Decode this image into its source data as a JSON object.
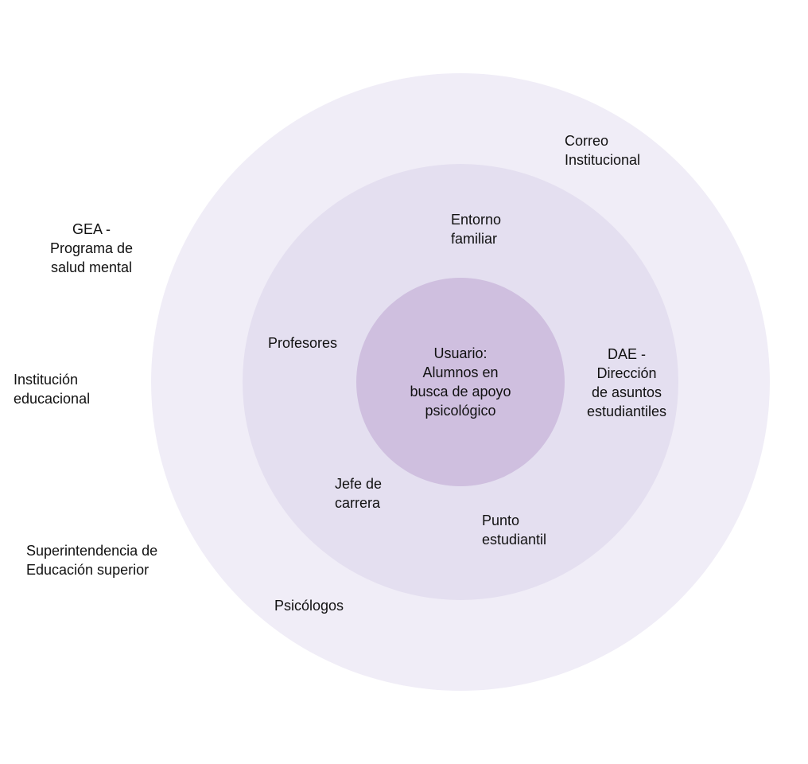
{
  "colors": {
    "outer_ring": "#f0edf7",
    "middle_ring": "#e4dff0",
    "inner_ring": "#cfbfdf",
    "background": "#ffffff",
    "text": "#111111"
  },
  "center": {
    "label": "Usuario:\nAlumnos en\nbusca de apoyo\npsicológico"
  },
  "middle_ring_labels": {
    "entorno_familiar": "Entorno\nfamiliar",
    "profesores": "Profesores",
    "dae": "DAE -\nDirección\nde asuntos\nestudiantiles",
    "jefe_carrera": "Jefe de\ncarrera",
    "punto_estudiantil": "Punto\nestudiantil"
  },
  "outer_ring_labels": {
    "correo_institucional": "Correo\nInstitucional",
    "psicologos": "Psicólogos"
  },
  "outside_labels": {
    "gea": "GEA -\nPrograma de\nsalud mental",
    "institucion": "Institución\neducacional",
    "superintendencia": "Superintendencia de\nEducación superior"
  }
}
